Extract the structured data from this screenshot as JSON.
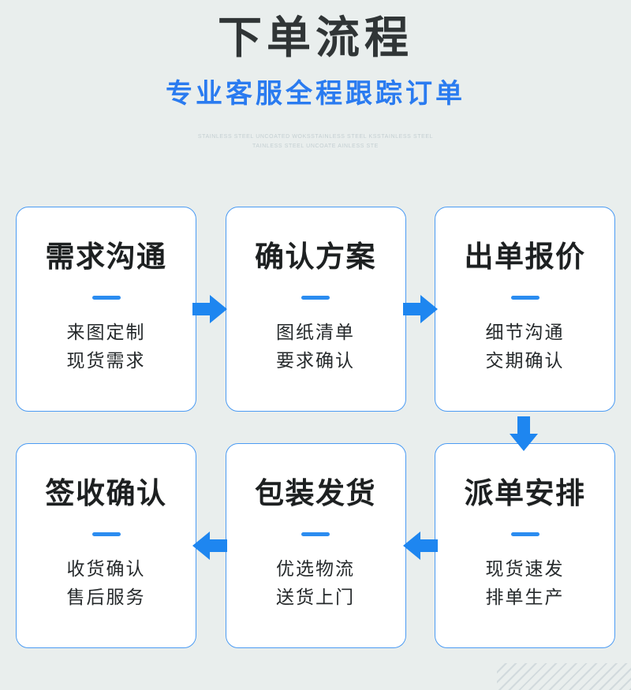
{
  "header": {
    "main_title": "下单流程",
    "sub_title": "专业客服全程跟踪订单",
    "eng_line_1": "STAINLESS STEEL UNCOATED WOKSSTAINLESS STEEL KSSTAINLESS STEEL",
    "eng_line_2": "TAINLESS STEEL UNCOATE AINLESS STE"
  },
  "colors": {
    "background": "#e9eeed",
    "accent_blue": "#2b8cf0",
    "card_border": "#4b9bf3",
    "title_dark": "#303536",
    "subtitle_blue": "#2a7bf0"
  },
  "flow": {
    "top_row": [
      {
        "title": "需求沟通",
        "line1": "来图定制",
        "line2": "现货需求"
      },
      {
        "title": "确认方案",
        "line1": "图纸清单",
        "line2": "要求确认"
      },
      {
        "title": "出单报价",
        "line1": "细节沟通",
        "line2": "交期确认"
      }
    ],
    "bottom_row": [
      {
        "title": "签收确认",
        "line1": "收货确认",
        "line2": "售后服务"
      },
      {
        "title": "包装发货",
        "line1": "优选物流",
        "line2": "送货上门"
      },
      {
        "title": "派单安排",
        "line1": "现货速发",
        "line2": "排单生产"
      }
    ],
    "connectors": [
      {
        "name": "arrow-right-step1-to-step2",
        "direction": "right"
      },
      {
        "name": "arrow-right-step2-to-step3",
        "direction": "right"
      },
      {
        "name": "arrow-down-step3-to-step4",
        "direction": "down"
      },
      {
        "name": "arrow-left-step5-to-step6",
        "direction": "left"
      },
      {
        "name": "arrow-left-step4-to-step5",
        "direction": "left"
      }
    ]
  }
}
